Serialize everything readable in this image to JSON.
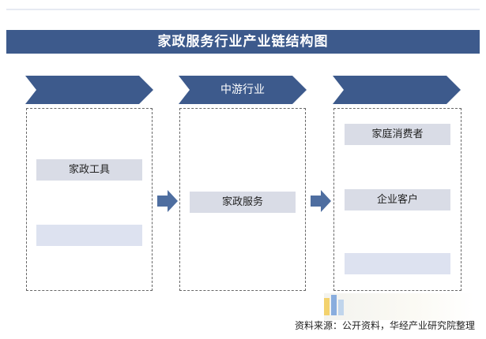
{
  "title": "家政服务行业产业链结构图",
  "stages": [
    {
      "label": "",
      "items": [
        {
          "text": "家政工具"
        },
        {
          "text": ""
        }
      ]
    },
    {
      "label": "中游行业",
      "items": [
        {
          "text": "家政服务"
        }
      ]
    },
    {
      "label": "",
      "items": [
        {
          "text": "家庭消费者"
        },
        {
          "text": "企业客户"
        },
        {
          "text": ""
        }
      ]
    }
  ],
  "source": "资料来源：公开资料，华经产业研究院整理",
  "colors": {
    "header": "#3d5a8c",
    "item_bg": "#d9dce6",
    "arrow": "#4e6ea0"
  }
}
